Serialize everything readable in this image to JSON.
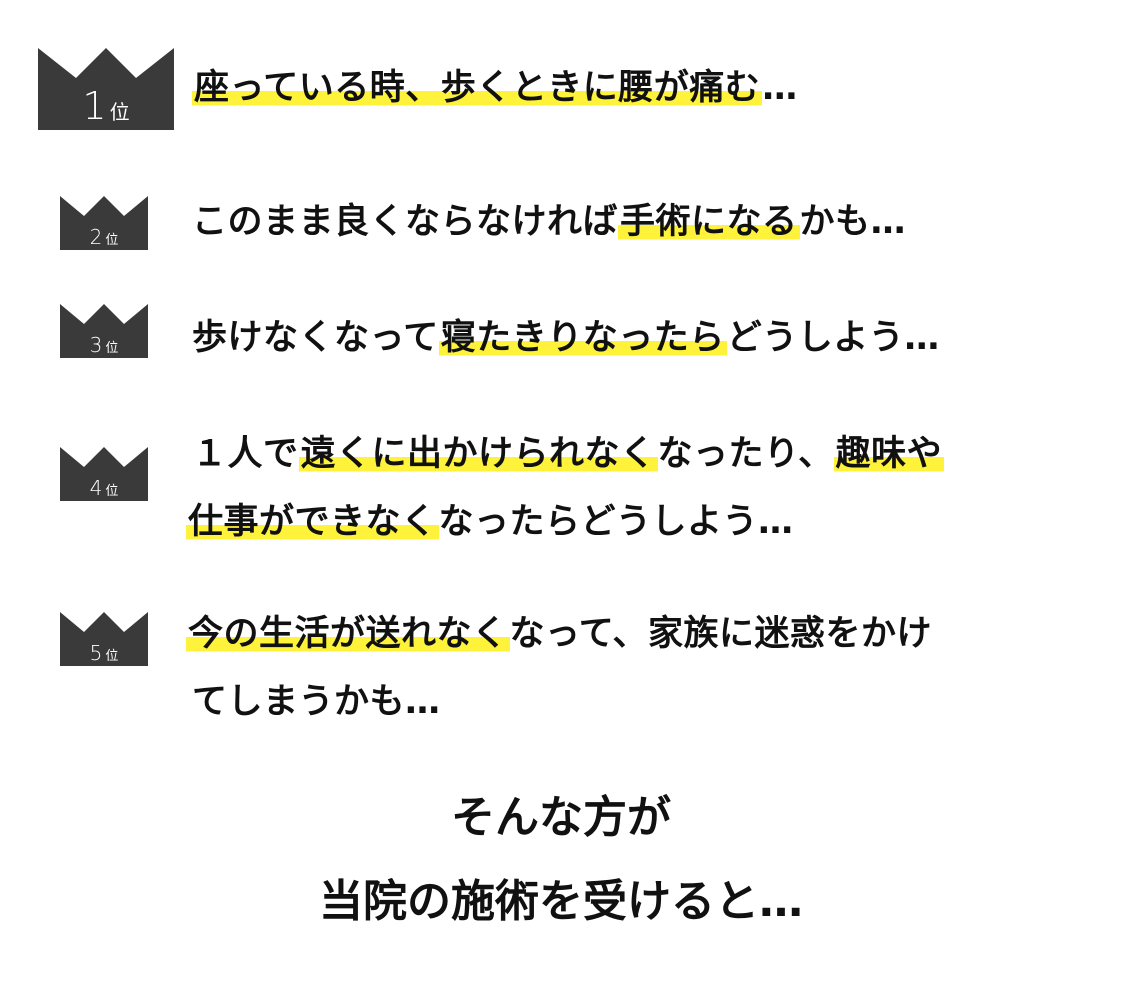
{
  "colors": {
    "crown": "#3a3a3a",
    "highlight": "#fff23a",
    "text": "#111111"
  },
  "rank_suffix": "位",
  "items": [
    {
      "rank": "1",
      "segments": [
        {
          "text": "座っている時、歩くときに腰が痛む",
          "highlight": true
        },
        {
          "text": "…",
          "highlight": false
        }
      ]
    },
    {
      "rank": "2",
      "segments": [
        {
          "text": "このまま良くならなければ",
          "highlight": false
        },
        {
          "text": "手術になる",
          "highlight": true
        },
        {
          "text": "かも…",
          "highlight": false
        }
      ]
    },
    {
      "rank": "3",
      "segments": [
        {
          "text": "歩けなくなって",
          "highlight": false
        },
        {
          "text": "寝たきりなったら",
          "highlight": true
        },
        {
          "text": "どうしよう…",
          "highlight": false
        }
      ]
    },
    {
      "rank": "4",
      "line1": [
        {
          "text": "１人で",
          "highlight": false
        },
        {
          "text": "遠くに出かけられなく",
          "highlight": true
        },
        {
          "text": "なったり、",
          "highlight": false
        },
        {
          "text": "趣味や",
          "highlight": true
        }
      ],
      "line2": [
        {
          "text": "仕事ができなく",
          "highlight": true
        },
        {
          "text": "なったらどうしよう…",
          "highlight": false
        }
      ]
    },
    {
      "rank": "5",
      "line1": [
        {
          "text": "今の生活が送れなく",
          "highlight": true
        },
        {
          "text": "なって、家族に迷惑をかけ",
          "highlight": false
        }
      ],
      "line2": [
        {
          "text": "てしまうかも…",
          "highlight": false
        }
      ]
    }
  ],
  "closing": {
    "line1": "そんな方が",
    "line2": "当院の施術を受けると…"
  }
}
